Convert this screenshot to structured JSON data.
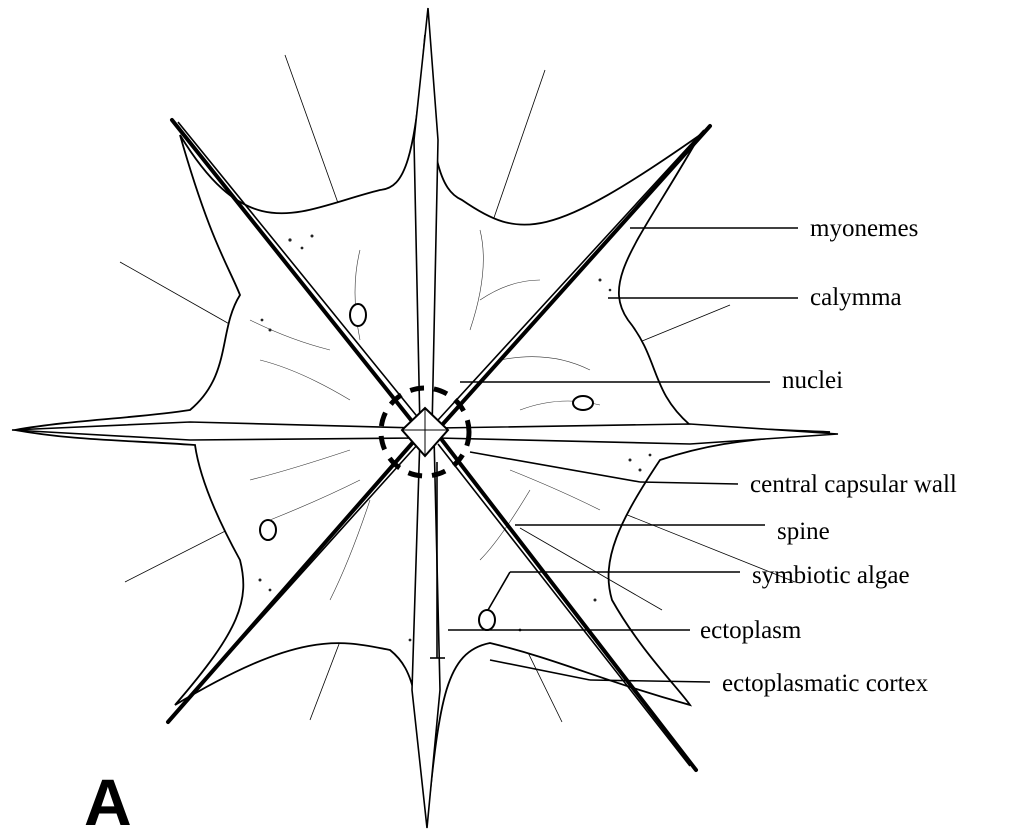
{
  "figure": {
    "panel_letter": "A",
    "labels": {
      "myonemes": "myonemes",
      "calymma": "calymma",
      "nuclei": "nuclei",
      "central_capsular_wall": "central capsular wall",
      "spine": "spine",
      "symbiotic_algae": "symbiotic algae",
      "ectoplasm": "ectoplasm",
      "ectoplasmatic_cortex": "ectoplasmatic cortex"
    }
  }
}
